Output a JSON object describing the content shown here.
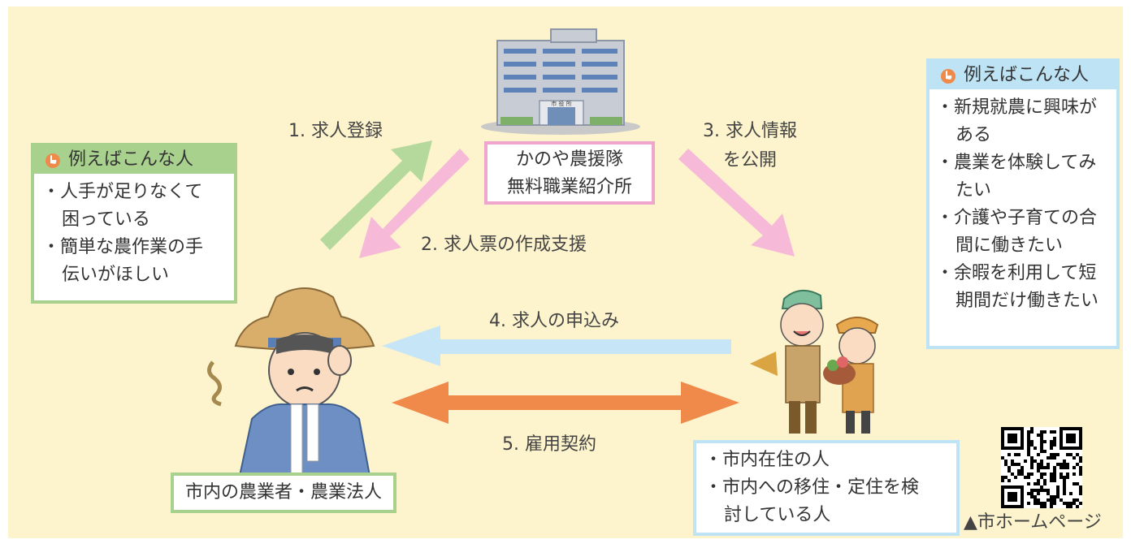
{
  "office": {
    "name_line1": "かのや農援隊",
    "name_line2": "無料職業紹介所",
    "sign": "市 役 所"
  },
  "steps": {
    "s1": "1. 求人登録",
    "s2": "2. 求人票の作成支援",
    "s3_line1": "3. 求人情報",
    "s3_line2": "を公開",
    "s4": "4. 求人の申込み",
    "s5": "5. 雇用契約"
  },
  "left_example": {
    "header": "例えばこんな人",
    "items": [
      {
        "l1": "・人手が足りなくて",
        "l2": "困っている"
      },
      {
        "l1": "・簡単な農作業の手",
        "l2": "伝いがほしい"
      }
    ]
  },
  "right_example": {
    "header": "例えばこんな人",
    "items": [
      {
        "l1": "・新規就農に興味が",
        "l2": "ある"
      },
      {
        "l1": "・農業を体験してみ",
        "l2": "たい"
      },
      {
        "l1": "・介護や子育ての合",
        "l2": "間に働きたい"
      },
      {
        "l1": "・余暇を利用して短",
        "l2": "期間だけ働きたい"
      }
    ]
  },
  "farmer_label": "市内の農業者・農業法人",
  "workers_box": {
    "items": [
      {
        "l1": "・市内在住の人"
      },
      {
        "l1": "・市内への移住・定住を検",
        "l2": "討している人"
      }
    ]
  },
  "qr_caption": "▲市ホームページ",
  "colors": {
    "background": "#fdf3cc",
    "green_arrow": "#b5d99c",
    "pink_arrow": "#f6b9d8",
    "blue_arrow": "#c6e6f7",
    "orange_arrow": "#f08a4b",
    "green_border": "#a9d18e",
    "blue_border": "#bde3f5",
    "pink_border": "#f0a6cc"
  }
}
